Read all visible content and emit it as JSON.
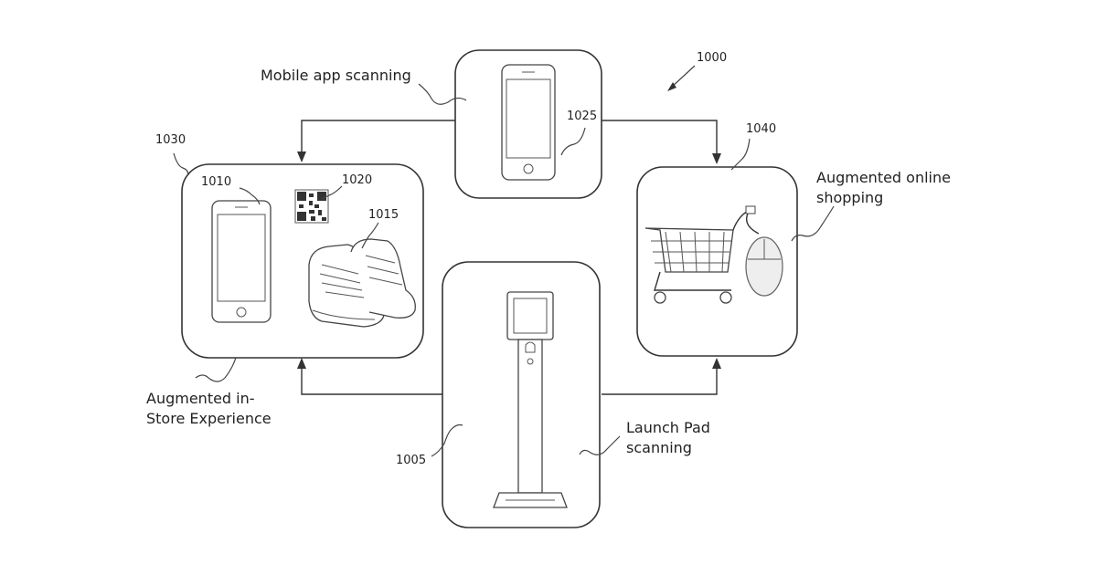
{
  "labels": {
    "mobile_app_scanning": "Mobile app scanning",
    "augmented_in_store_line1": "Augmented in-",
    "augmented_in_store_line2": "Store Experience",
    "augmented_online_line1": "Augmented online",
    "augmented_online_line2": "shopping",
    "launch_pad_line1": "Launch Pad",
    "launch_pad_line2": "scanning"
  },
  "refs": {
    "system": "1000",
    "launch_pad": "1005",
    "in_store_phone": "1010",
    "shoe": "1015",
    "qr_code": "1020",
    "mobile_phone": "1025",
    "in_store_box": "1030",
    "online_box": "1040"
  },
  "icons": [
    "smartphone-icon",
    "qr-code-icon",
    "sneakers-icon",
    "shopping-cart-icon",
    "computer-mouse-icon",
    "kiosk-stand-icon"
  ],
  "colors": {
    "line": "#333333",
    "background": "#ffffff"
  }
}
